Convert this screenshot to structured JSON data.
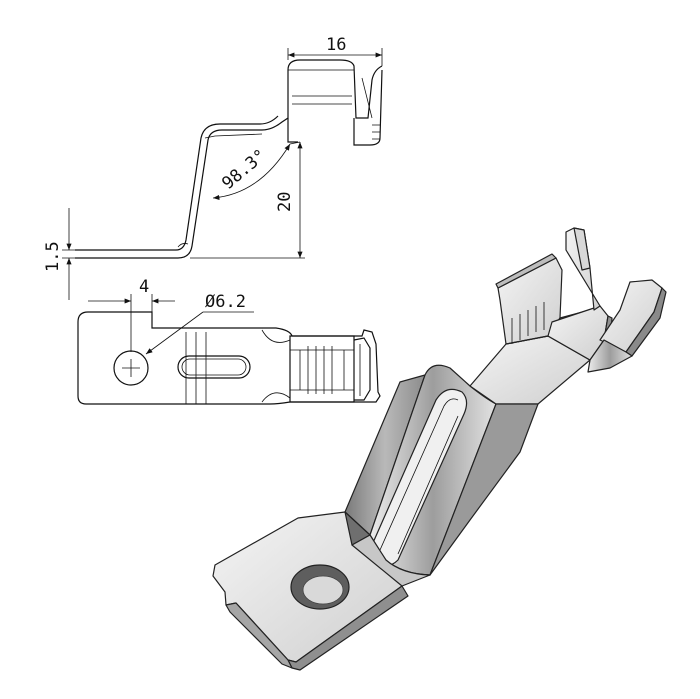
{
  "drawing": {
    "dimensions": {
      "width_top": "16",
      "height": "20",
      "angle": "98.3°",
      "thickness": "1.5",
      "offset": "4",
      "hole_diameter": "Ø6.2"
    }
  }
}
